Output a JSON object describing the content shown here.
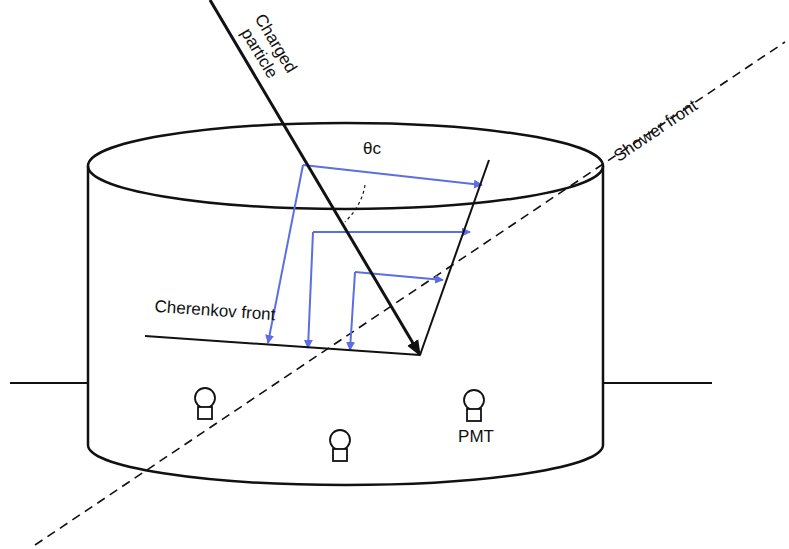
{
  "diagram": {
    "labels": [
      "Charged particle",
      "θc",
      "Cherenkov front",
      "Shower front",
      "PMT"
    ]
  }
}
